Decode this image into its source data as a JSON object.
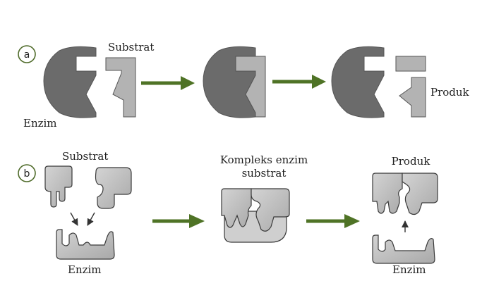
{
  "row_a": {
    "marker": "a",
    "substrate_label": "Substrat",
    "enzyme_label": "Enzim",
    "product_label": "Produk"
  },
  "row_b": {
    "marker": "b",
    "substrate_label": "Substrat",
    "complex_label_line1": "Kompleks enzim",
    "complex_label_line2": "substrat",
    "product_label": "Produk",
    "enzyme_label": "Enzim",
    "enzyme_label_right": "Enzim"
  },
  "colors": {
    "enzyme_dark": "#6b6b6b",
    "substrate_light": "#b3b3b3",
    "arrow_green": "#4f7326",
    "circle_outline": "#4f6b2a",
    "outline": "#3a3a3a",
    "organic_fill": "#bdbdbd"
  }
}
